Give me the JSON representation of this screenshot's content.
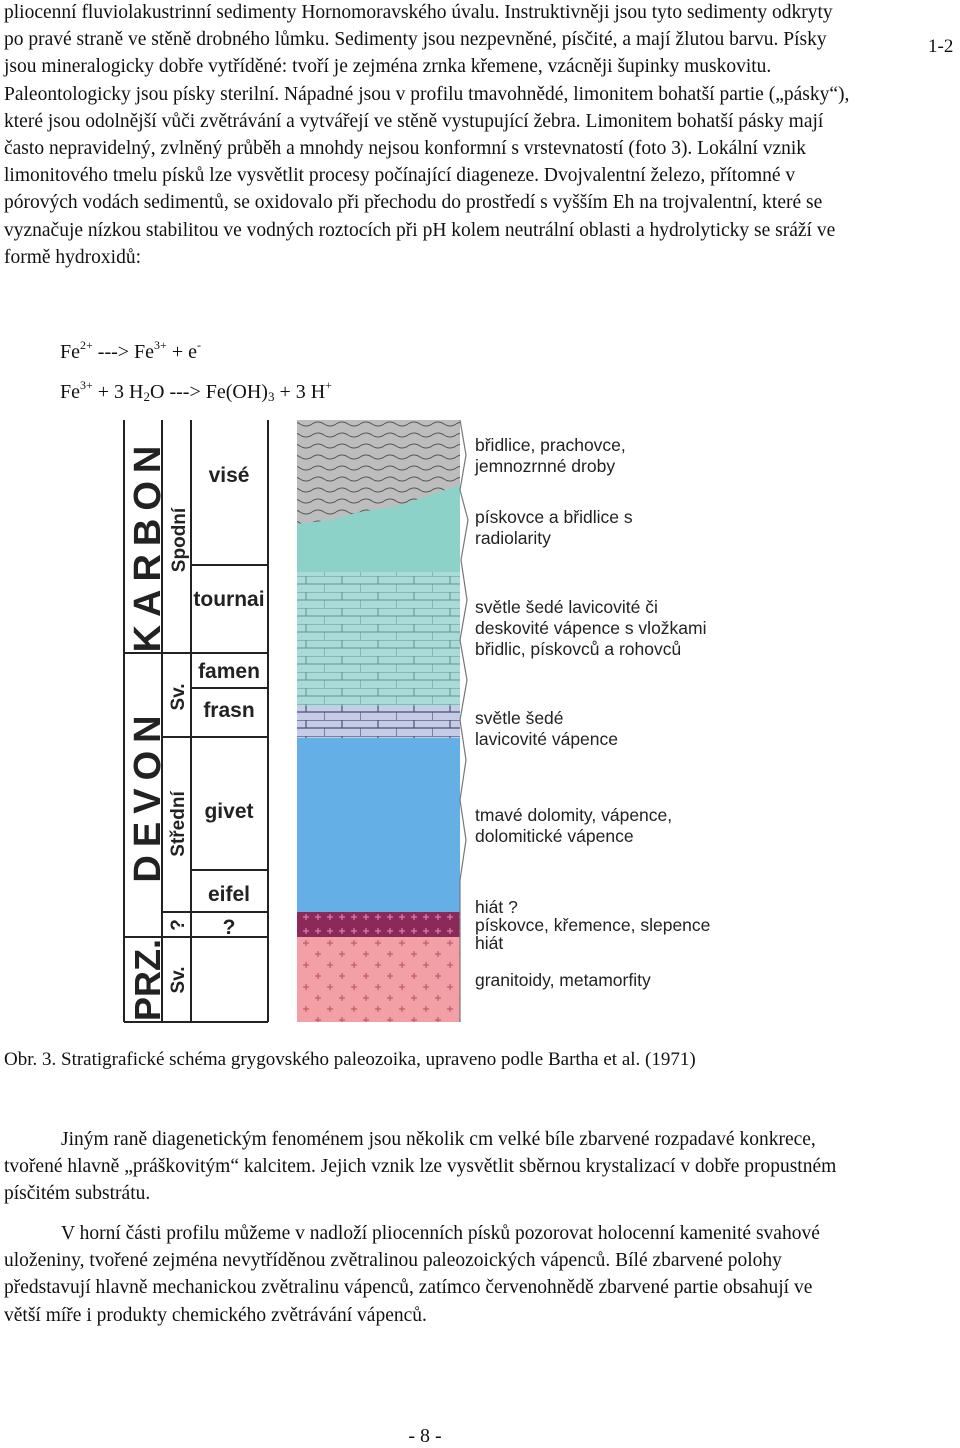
{
  "page_id": "1-2",
  "intro_paragraph": "pliocenní fluviolakustrinní sedimenty Hornomoravského úvalu. Instruktivněji jsou tyto sedimenty odkryty po pravé straně ve stěně drobného lůmku. Sedimenty jsou nezpevněné, písčité, a mají žlutou barvu. Písky jsou mineralogicky dobře vytříděné: tvoří je zejména zrnka křemene, vzácněji šupinky muskovitu. Paleontologicky jsou písky sterilní. Nápadné jsou v profilu tmavohnědé, limonitem bohatší partie („pásky“), které jsou odolnější vůči zvětrávání a vytvářejí ve stěně vystupující žebra. Limonitem bohatší pásky mají často nepravidelný, zvlněný průběh a mnohdy nejsou konformní s vrstevnatostí (foto 3). Lokální vznik limonitového tmelu písků lze vysvětlit procesy počínající diageneze. Dvojvalentní železo, přítomné v pórových vodách sedimentů, se oxidovalo při přechodu do prostředí s vyšším Eh na trojvalentní, které se vyznačuje nízkou stabilitou ve vodných roztocích při pH kolem neutrální oblasti a hydrolyticky se sráží ve formě hydroxidů:",
  "equations": {
    "eq1": {
      "a": "Fe",
      "a_sup": "2+",
      "arrow": " ---> Fe",
      "b_sup": "3+",
      "c": " + e",
      "c_sup": "-"
    },
    "eq2": {
      "a": "Fe",
      "a_sup": "3+",
      "b": " + 3 H",
      "b_sub": "2",
      "c": "O ---> Fe(OH)",
      "c_sub": "3",
      "d": " + 3 H",
      "d_sup": "+"
    }
  },
  "figure": {
    "systems": [
      "KARBON",
      "DEVON",
      "PRZ."
    ],
    "series": [
      "Spodní",
      "Sv.",
      "Střední",
      "?",
      "Sv."
    ],
    "stages": [
      "visé",
      "tournai",
      "famen",
      "frasn",
      "givet",
      "eifel",
      "?"
    ],
    "lithology": [
      "břidlice, prachovce,",
      "jemnozrnné droby",
      "pískovce a břidlice s",
      "radiolarity",
      "světle šedé lavicovité či",
      "deskovité vápence s vložkami",
      "břidlic, pískovců a rohovců",
      "světle šedé",
      "lavicovité vápence",
      "tmavé dolomity, vápence,",
      "dolomitické vápence",
      "hiát ?",
      "pískovce, křemence, slepence",
      "hiát",
      "granitoidy, metamorfity"
    ],
    "colors": {
      "shale": "#bdbdbd",
      "radiolarite": "#8dd2c9",
      "limestone_light": "#a9dcd8",
      "limestone_grey": "#c5cde6",
      "dolomite": "#64b0e6",
      "clastic": "#8b2a5a",
      "granitoid": "#f2a0a5"
    }
  },
  "caption": "Obr. 3. Stratigrafické schéma grygovského paleozoika, upraveno podle Bartha et al. (1971)",
  "paragraph2": "Jiným raně diagenetickým fenoménem jsou několik cm velké bíle zbarvené rozpadavé konkrece, tvořené hlavně „práškovitým“ kalcitem. Jejich vznik lze vysvětlit sběrnou krystalizací v dobře propustném písčitém substrátu.",
  "paragraph3": "V horní části profilu můžeme v nadloží pliocenních písků pozorovat holocenní kamenité svahové uloženiny, tvořené zejména nevytříděnou zvětralinou paleozoických vápenců. Bílé zbarvené polohy představují hlavně mechanickou zvětralinu vápenců, zatímco červenohnědě zbarvené partie obsahují ve větší míře i produkty chemického zvětrávání vápenců.",
  "page_number": "- 8 -"
}
